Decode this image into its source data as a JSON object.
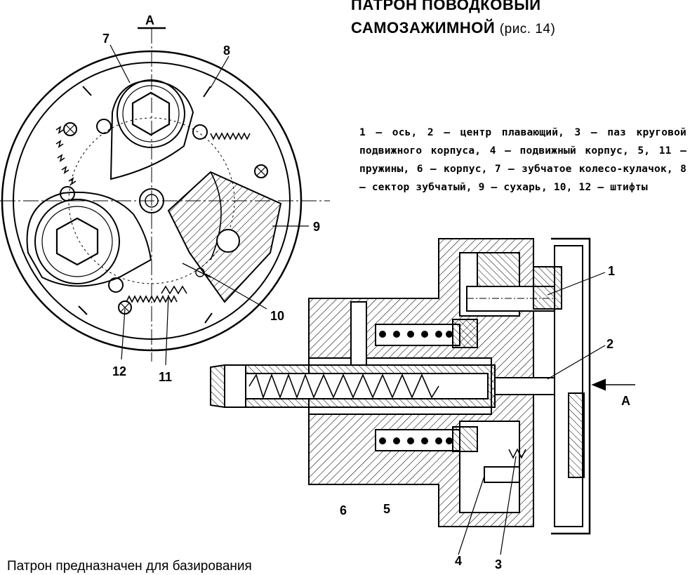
{
  "title": {
    "line1": "ПАТРОН ПОВОДКОВЫЙ",
    "line2": "САМОЗАЖИМНОЙ",
    "figure_ref": "(рис. 14)"
  },
  "legend_text": "1 – ось, 2 – центр плавающий, 3 – паз круговой подвижного корпуса, 4 – подвижный корпус, 5, 11 – пружины, 6 – корпус, 7 – зубчатое колесо-кулачок, 8 – сектор зубчатый, 9 – сухарь, 10, 12 – штифты",
  "caption": "Патрон предназначен для базирования",
  "view_labels": {
    "section_top": "A",
    "section_arrow": "A"
  },
  "callouts_end_view": [
    "7",
    "8",
    "9",
    "10",
    "11",
    "12"
  ],
  "callouts_section_view": [
    "1",
    "2",
    "3",
    "4",
    "5",
    "6"
  ]
}
